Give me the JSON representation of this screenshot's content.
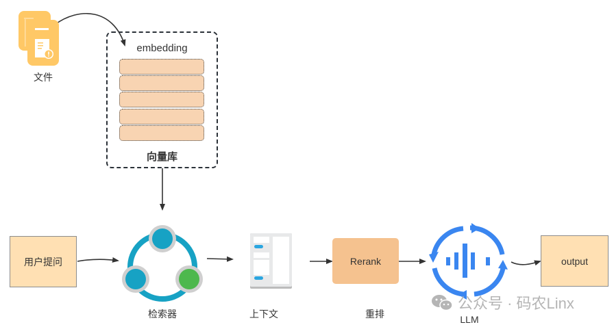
{
  "nodes": {
    "file": {
      "label": "文件",
      "icon": "document-icon",
      "color": "#ffc866"
    },
    "vector_db": {
      "title": "embedding",
      "label": "向量库",
      "rows": 5,
      "row_color": "#f8d4b2"
    },
    "user_query": {
      "label": "用户提问",
      "color": "#ffe0b3"
    },
    "retriever": {
      "label": "检索器",
      "icon": "network-nodes-icon",
      "colors": {
        "ring": "#17a2c4",
        "node": "#17a2c4",
        "node_accent": "#4db84d",
        "halo": "#cfcfcf"
      }
    },
    "context": {
      "label": "上下文",
      "icon": "document-panel-icon"
    },
    "rerank": {
      "box_label": "Rerank",
      "label": "重排",
      "color": "#f5c28f"
    },
    "llm": {
      "label": "LLM",
      "icon": "voice-cycle-icon",
      "color": "#3a86f0"
    },
    "output": {
      "label": "output",
      "color": "#ffe0b3"
    }
  },
  "edges": [
    {
      "from": "file",
      "to": "vector_db"
    },
    {
      "from": "vector_db",
      "to": "retriever"
    },
    {
      "from": "user_query",
      "to": "retriever"
    },
    {
      "from": "retriever",
      "to": "context"
    },
    {
      "from": "context",
      "to": "rerank"
    },
    {
      "from": "rerank",
      "to": "llm"
    },
    {
      "from": "llm",
      "to": "output"
    }
  ],
  "watermark": {
    "icon": "wechat-icon",
    "text": "公众号 · 码农Linx"
  }
}
